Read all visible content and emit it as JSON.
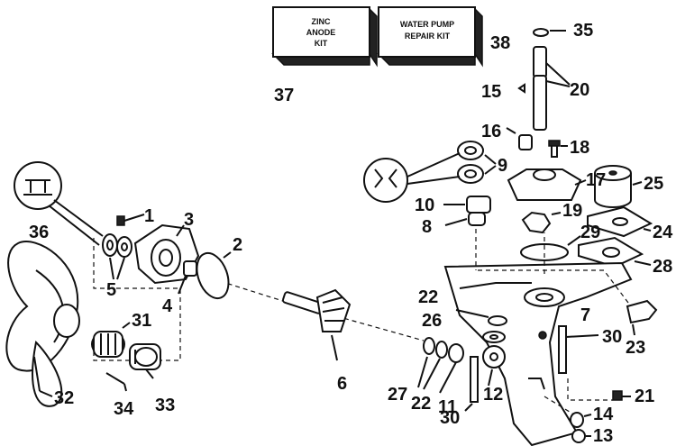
{
  "kits": {
    "zinc_anode_kit": {
      "line1": "ZINC",
      "line2": "ANODE",
      "line3": "KIT"
    },
    "water_pump_repair_kit": {
      "line1": "WATER PUMP",
      "line2": "REPAIR KIT"
    }
  },
  "callouts": {
    "p1": "1",
    "p2": "2",
    "p3": "3",
    "p4": "4",
    "p5": "5",
    "p6": "6",
    "p7": "7",
    "p8": "8",
    "p9": "9",
    "p10": "10",
    "p11": "11",
    "p12": "12",
    "p13": "13",
    "p14": "14",
    "p15": "15",
    "p16": "16",
    "p17": "17",
    "p18": "18",
    "p19": "19",
    "p20": "20",
    "p21": "21",
    "p22a": "22",
    "p22b": "22",
    "p23": "23",
    "p24": "24",
    "p25": "25",
    "p26": "26",
    "p27": "27",
    "p28": "28",
    "p29": "29",
    "p30a": "30",
    "p30b": "30",
    "p31": "31",
    "p32": "32",
    "p33": "33",
    "p34": "34",
    "p35": "35",
    "p36": "36",
    "p37": "37",
    "p38": "38"
  }
}
